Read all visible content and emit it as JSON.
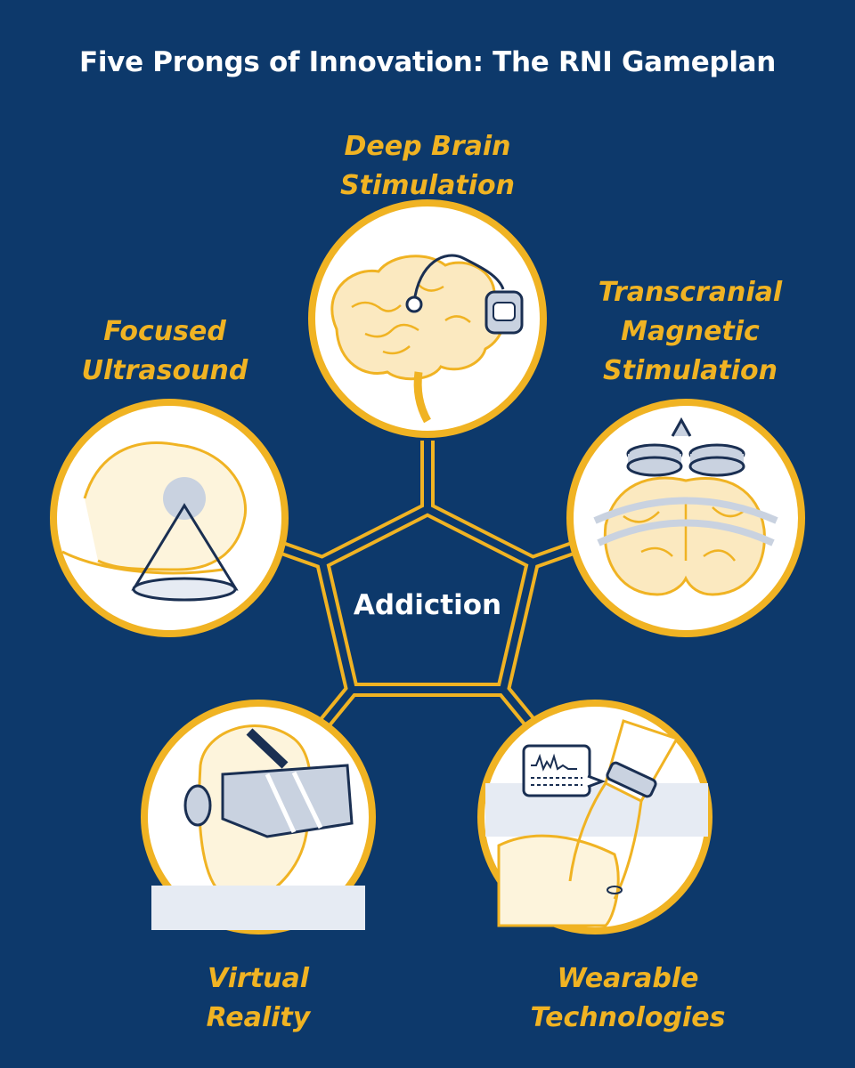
{
  "title": "Five Prongs of Innovation: The RNI Gameplan",
  "center": "Addiction",
  "colors": {
    "background": "#0d396b",
    "accent": "#f0b323",
    "circle_fill": "#ffffff",
    "title_text": "#ffffff"
  },
  "prongs": [
    {
      "name": "deep-brain-stimulation",
      "lines": [
        "Deep Brain",
        "Stimulation"
      ],
      "icon": "brain-implant-icon"
    },
    {
      "name": "focused-ultrasound",
      "lines": [
        "Focused",
        "Ultrasound"
      ],
      "icon": "head-ultrasound-icon"
    },
    {
      "name": "transcranial-magnetic-stimulation",
      "lines": [
        "Transcranial",
        "Magnetic",
        "Stimulation"
      ],
      "icon": "tms-coil-icon"
    },
    {
      "name": "virtual-reality",
      "lines": [
        "Virtual",
        "Reality"
      ],
      "icon": "vr-headset-icon"
    },
    {
      "name": "wearable-technologies",
      "lines": [
        "Wearable",
        "Technologies"
      ],
      "icon": "wearable-wristband-icon"
    }
  ]
}
